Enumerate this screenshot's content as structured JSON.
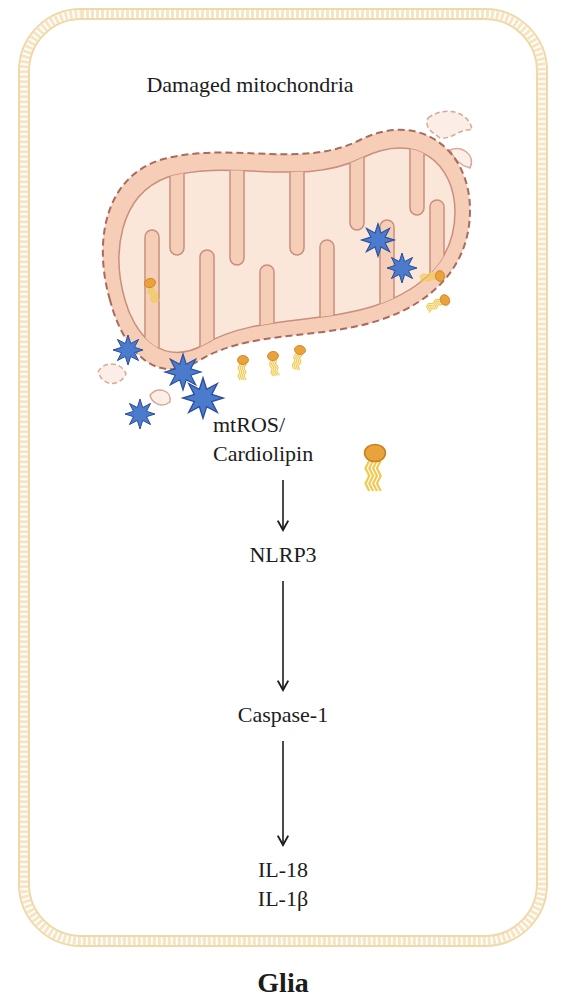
{
  "diagram": {
    "nodes": [
      {
        "text": [
          "Glia"
        ]
      },
      {
        "text": [
          "Damaged mitochondria"
        ],
        "in": 0
      },
      {
        "text": [
          "mtROS/ Cardiolipin"
        ],
        "in": 0
      },
      {
        "text": [
          "NLRP3"
        ],
        "in": 0
      },
      {
        "text": [
          "Caspase-1"
        ],
        "in": 0
      },
      {
        "text": [
          "IL-18",
          "IL-1β"
        ],
        "in": 0
      }
    ],
    "edges": [
      {
        "from": 2,
        "to": 3,
        "arrow": "to"
      },
      {
        "from": 3,
        "to": 4,
        "arrow": "to"
      },
      {
        "from": 4,
        "to": 5,
        "arrow": "to"
      }
    ]
  }
}
